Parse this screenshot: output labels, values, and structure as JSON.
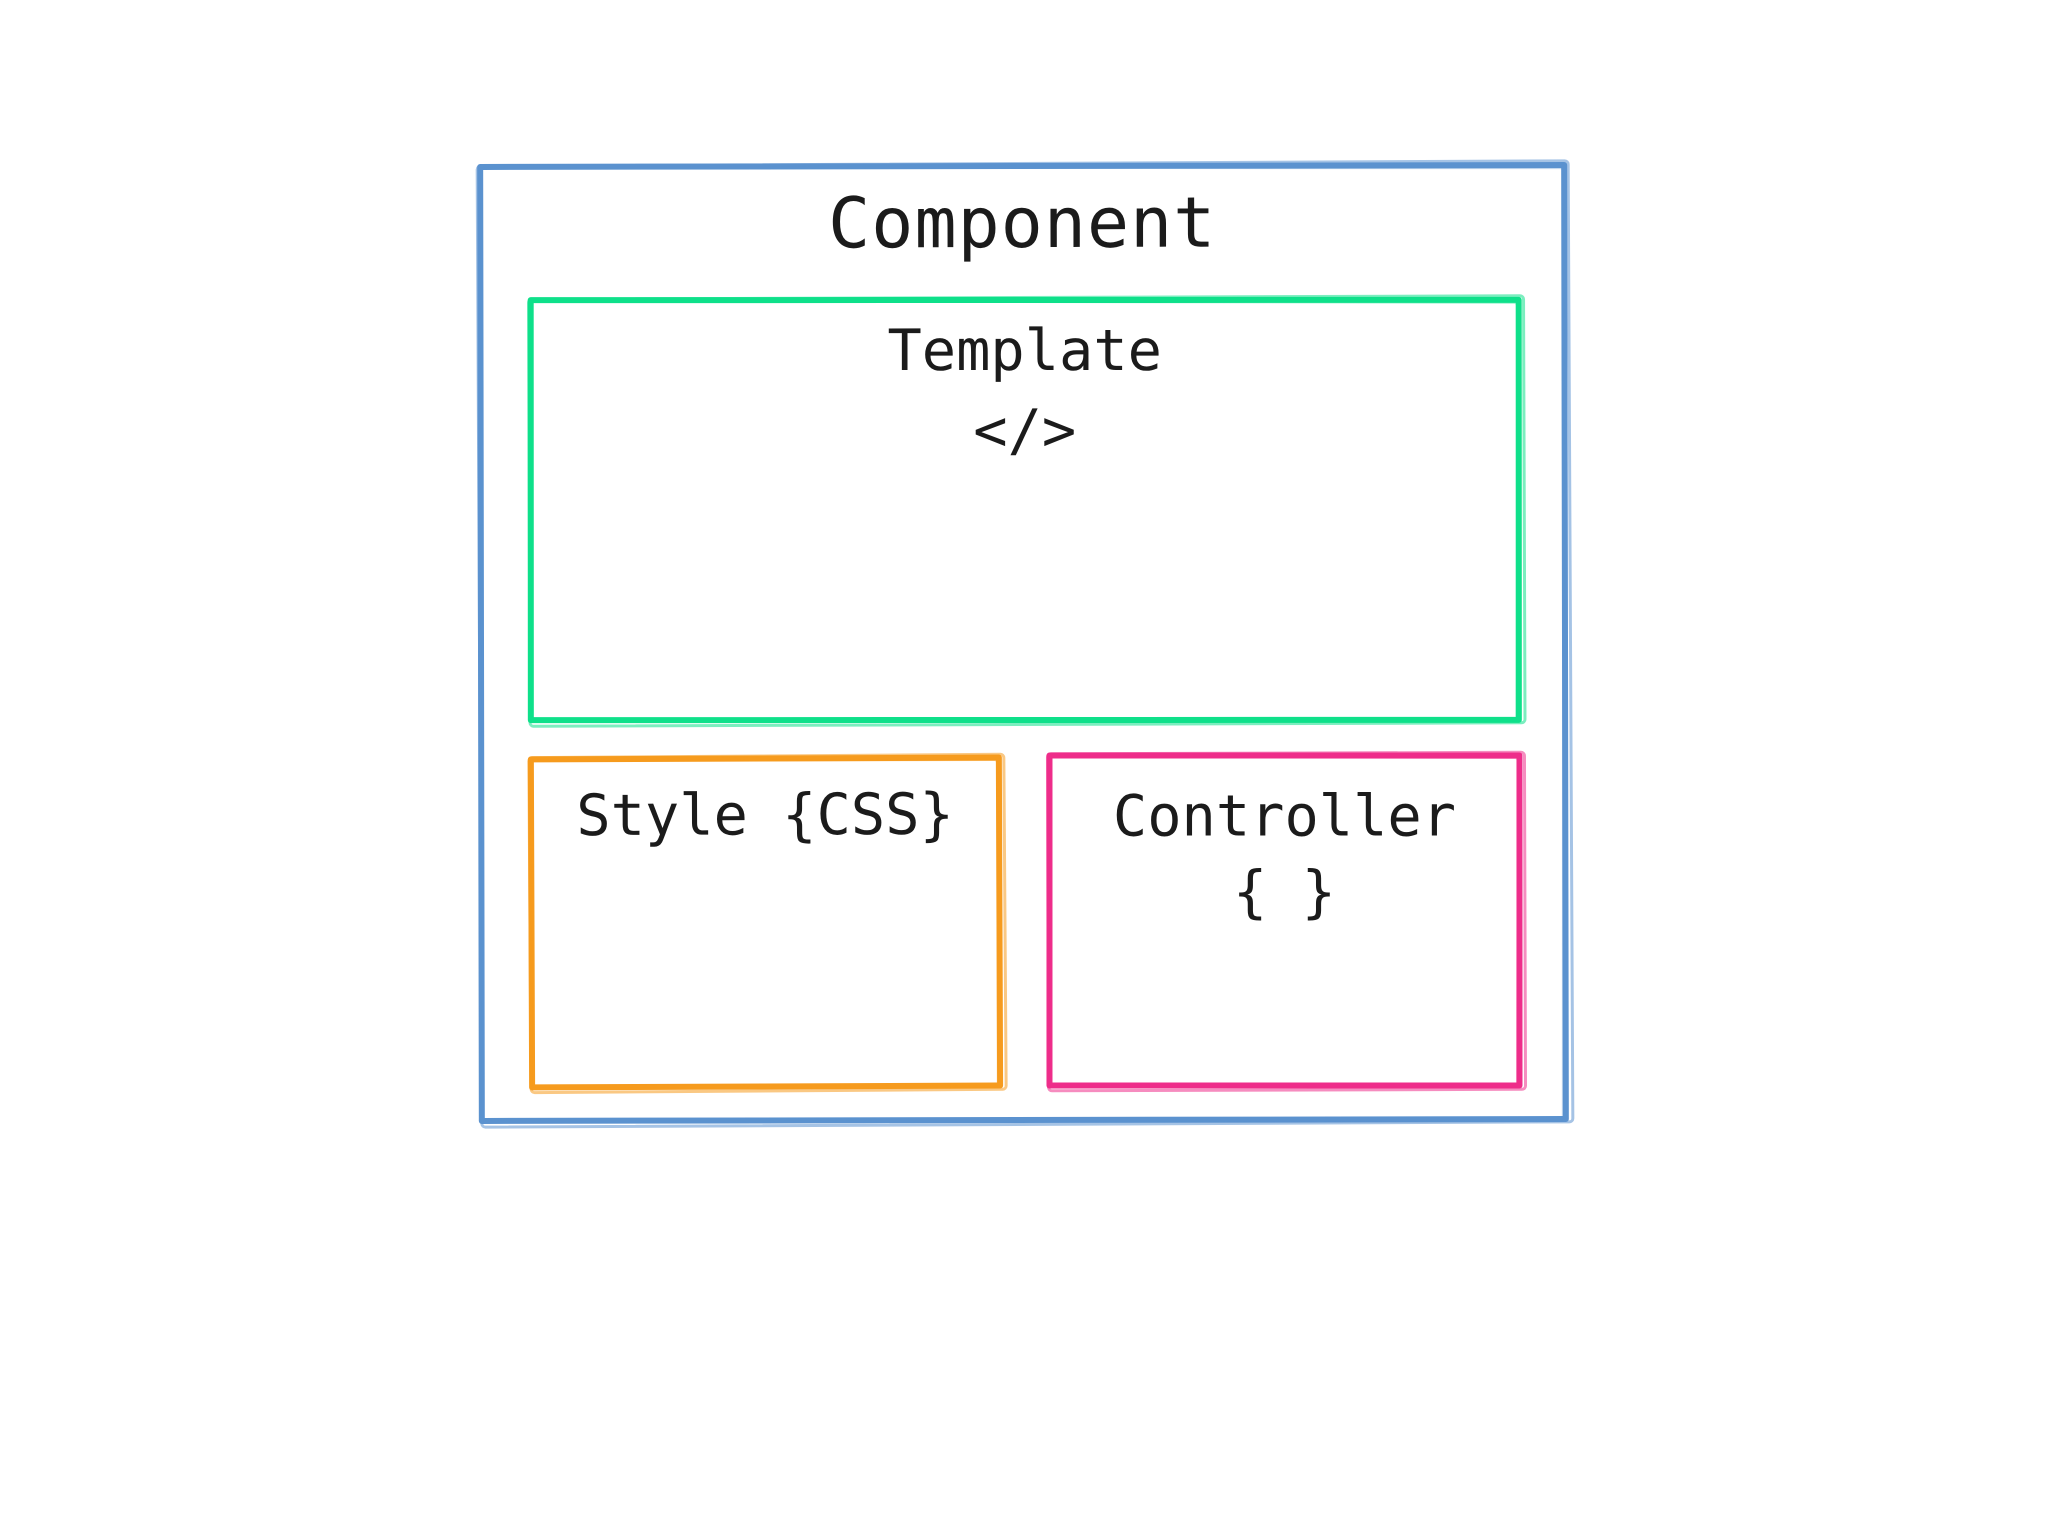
{
  "colors": {
    "blue": "#5b92cf",
    "green": "#0fe08a",
    "orange": "#f69b1e",
    "pink": "#ee2d8a",
    "ink": "#1b1b1b"
  },
  "component": {
    "label": "Component",
    "template": {
      "label": "Template",
      "code_glyph": "</>"
    },
    "style": {
      "label": "Style {CSS}"
    },
    "controller": {
      "label": "Controller",
      "code_glyph": "{ }"
    }
  }
}
